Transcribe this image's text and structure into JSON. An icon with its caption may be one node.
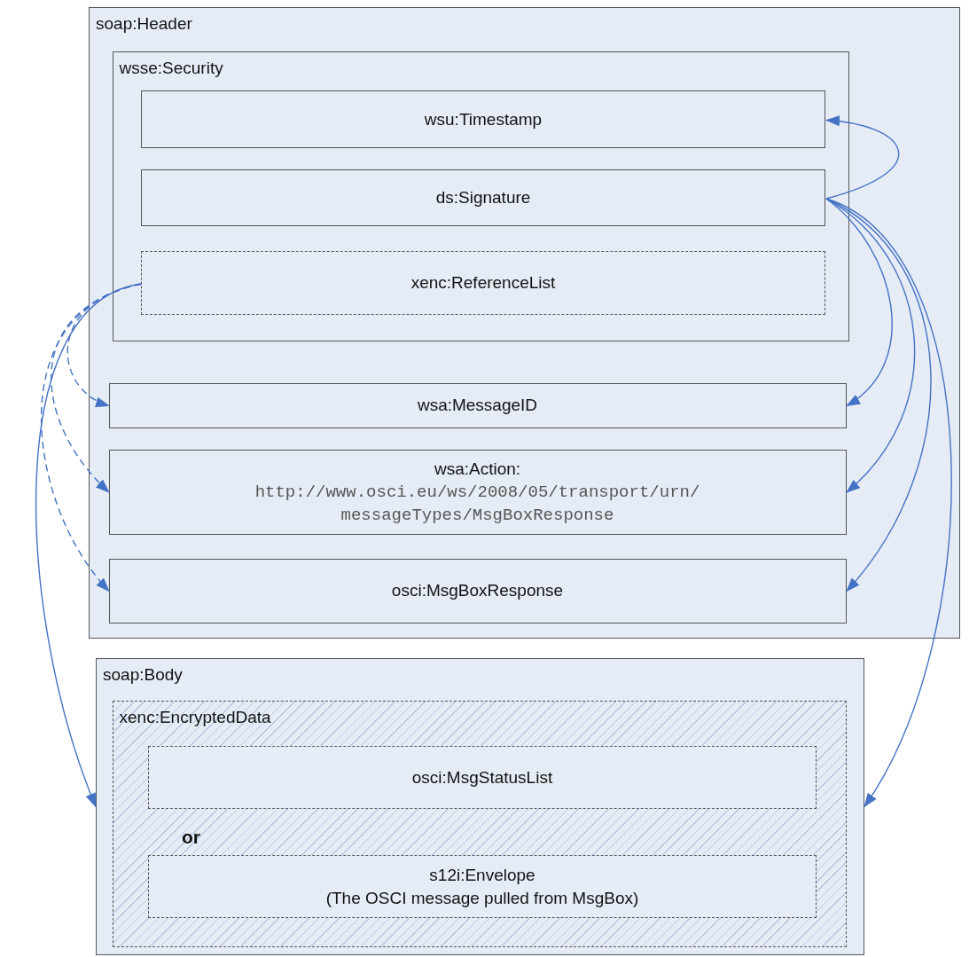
{
  "diagram": {
    "nodes": [
      {
        "text": [
          "soap:Header"
        ]
      },
      {
        "text": [
          "wsse:Security"
        ],
        "in": 0
      },
      {
        "text": [
          "wsu:Timestamp"
        ],
        "in": 1
      },
      {
        "text": [
          "ds:Signature"
        ],
        "in": 1
      },
      {
        "text": [
          "xenc:ReferenceList"
        ],
        "in": 1
      },
      {
        "text": [
          "wsa:MessageID"
        ],
        "in": 0
      },
      {
        "text": [
          "wsa:Action:",
          "http://www.osci.eu/ws/2008/05/transport/urn/ messageTypes/MsgBoxResponse"
        ],
        "in": 0
      },
      {
        "text": [
          "osci:MsgBoxResponse"
        ],
        "in": 0
      },
      {
        "text": [
          "soap:Body"
        ]
      },
      {
        "text": [
          "xenc:EncryptedData"
        ],
        "in": 8
      },
      {
        "text": [
          "osci:MsgStatusList"
        ],
        "in": 9
      },
      {
        "text": [
          "s12i:Envelope",
          "(The OSCI message pulled from MsgBox)"
        ],
        "in": 9
      }
    ],
    "edges": [
      {
        "from": 3,
        "to": 2,
        "arrow": "to"
      },
      {
        "from": 3,
        "to": 5,
        "arrow": "to"
      },
      {
        "from": 3,
        "to": 6,
        "arrow": "to"
      },
      {
        "from": 3,
        "to": 7,
        "arrow": "to"
      },
      {
        "from": 3,
        "to": 8,
        "arrow": "to"
      },
      {
        "from": 4,
        "to": 8,
        "arrow": "to"
      },
      {
        "from": 4,
        "to": 5,
        "arrow": "to",
        "style": "dashed"
      },
      {
        "from": 4,
        "to": 6,
        "arrow": "to",
        "style": "dashed"
      },
      {
        "from": 4,
        "to": 7,
        "arrow": "to",
        "style": "dashed"
      }
    ],
    "labels": [
      "or"
    ]
  }
}
